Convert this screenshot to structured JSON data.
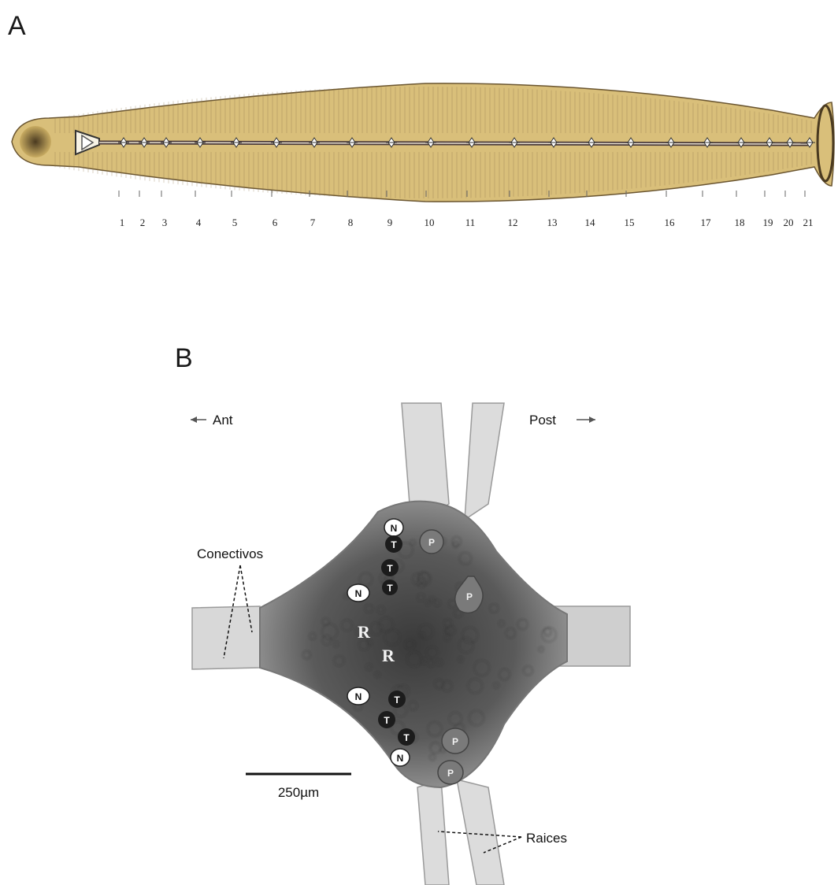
{
  "panels": {
    "a": {
      "label": "A"
    },
    "b": {
      "label": "B"
    }
  },
  "leech": {
    "body_color": "#d9bf7a",
    "ganglion_count": 21,
    "segment_numbers": [
      "1",
      "2",
      "3",
      "4",
      "5",
      "6",
      "7",
      "8",
      "9",
      "10",
      "11",
      "12",
      "13",
      "14",
      "15",
      "16",
      "17",
      "18",
      "19",
      "20",
      "21"
    ]
  },
  "ganglion_view": {
    "orientation": {
      "anterior": "Ant",
      "posterior": "Post"
    },
    "labels": {
      "connectives": "Conectivos",
      "roots": "Raices",
      "scale_bar": "250µm"
    },
    "cells": [
      {
        "letter": "N",
        "type": "N"
      },
      {
        "letter": "T",
        "type": "T"
      },
      {
        "letter": "T",
        "type": "T"
      },
      {
        "letter": "T",
        "type": "T"
      },
      {
        "letter": "N",
        "type": "N"
      },
      {
        "letter": "P",
        "type": "P"
      },
      {
        "letter": "P",
        "type": "P"
      },
      {
        "letter": "R",
        "type": "R"
      },
      {
        "letter": "R",
        "type": "R"
      },
      {
        "letter": "N",
        "type": "N"
      },
      {
        "letter": "T",
        "type": "T"
      },
      {
        "letter": "T",
        "type": "T"
      },
      {
        "letter": "T",
        "type": "T"
      },
      {
        "letter": "N",
        "type": "N"
      },
      {
        "letter": "P",
        "type": "P"
      },
      {
        "letter": "P",
        "type": "P"
      }
    ],
    "colors": {
      "N": "#ffffff",
      "T": "#1c1c1c",
      "P": "#7a7a7a"
    }
  }
}
